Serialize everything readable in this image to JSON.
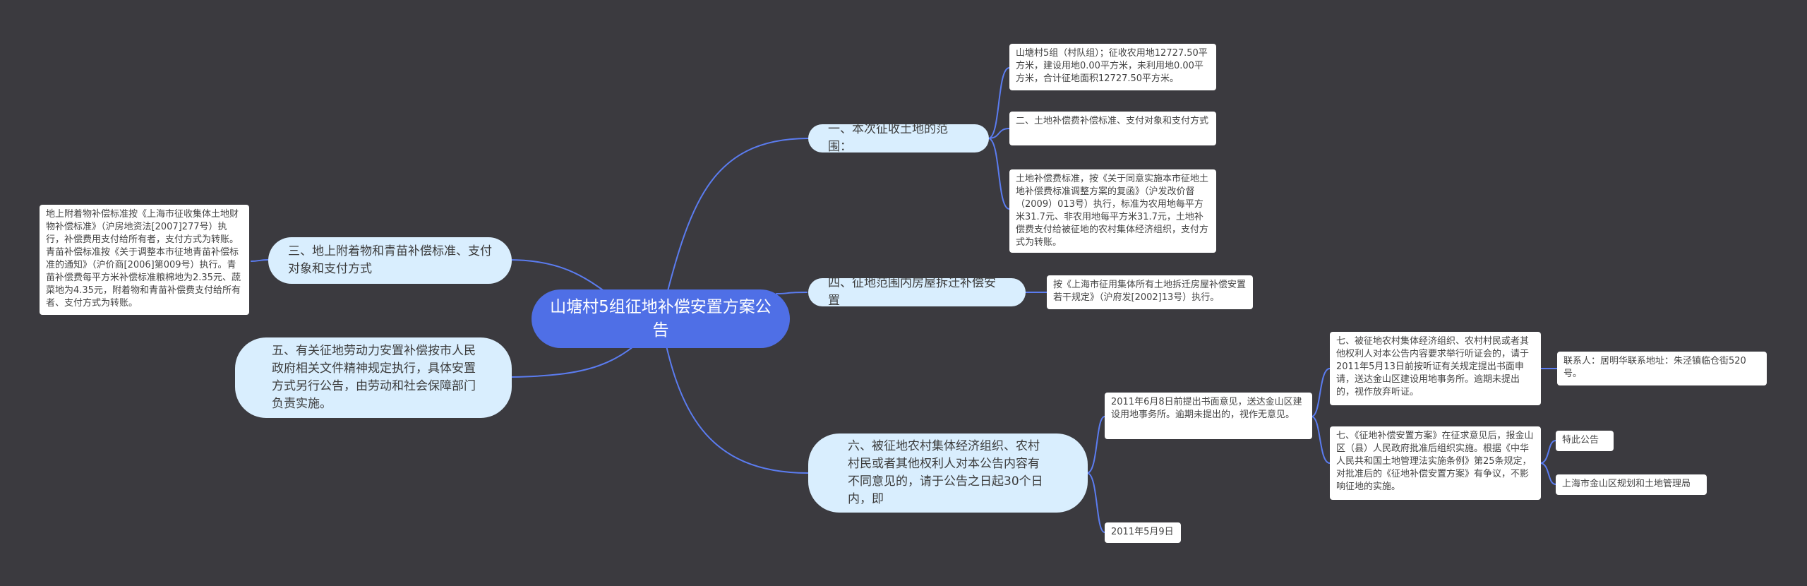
{
  "root": {
    "title": "山塘村5组征地补偿安置方案公告"
  },
  "branches": {
    "b1": {
      "label": "一、本次征收土地的范围：",
      "children": {
        "c1": "山塘村5组（村队组）；征收农用地12727.50平方米，建设用地0.00平方米，未利用地0.00平方米，合计征地面积12727.50平方米。",
        "c2": "二、土地补偿费补偿标准、支付对象和支付方式",
        "c3": "土地补偿费标准，按《关于同意实施本市征地土地补偿费标准调整方案的复函》（沪发改价督（2009）013号）执行，标准为农用地每平方米31.7元、非农用地每平方米31.7元，土地补偿费支付给被征地的农村集体经济组织，支付方式为转账。"
      }
    },
    "b3": {
      "label": "三、地上附着物和青苗补偿标准、支付对象和支付方式",
      "children": {
        "c1": "地上附着物补偿标准按《上海市征收集体土地财物补偿标准》（沪房地资法[2007]277号）执行，补偿费用支付给所有者，支付方式为转账。青苗补偿标准按《关于调整本市征地青苗补偿标准的通知》（沪价商[2006]第009号）执行。青苗补偿费每平方米补偿标准粮棉地为2.35元、蔬菜地为4.35元，附着物和青苗补偿费支付给所有者、支付方式为转账。"
      }
    },
    "b4": {
      "label": "四、征地范围内房屋拆迁补偿安置",
      "children": {
        "c1": "按《上海市征用集体所有土地拆迁房屋补偿安置若干规定》（沪府发[2002]13号）执行。"
      }
    },
    "b5": {
      "label": "五、有关征地劳动力安置补偿按市人民政府相关文件精神规定执行，具体安置方式另行公告，由劳动和社会保障部门负责实施。"
    },
    "b6": {
      "label": "六、被征地农村集体经济组织、农村村民或者其他权利人对本公告内容有不同意见的，请于公告之日起30个日内，即",
      "children": {
        "c1": {
          "label": "2011年6月8日前提出书面意见，送达金山区建设用地事务所。逾期未提出的，视作无意见。",
          "children": {
            "g1": {
              "label": "七、被征地农村集体经济组织、农村村民或者其他权利人对本公告内容要求举行听证会的，请于2011年5月13日前按听证有关规定提出书面申请，送达金山区建设用地事务所。逾期未提出的，视作放弃听证。",
              "children": {
                "k1": "联系人：居明华联系地址：朱泾镇临仓街520号。"
              }
            },
            "g2": {
              "label": "七、《征地补偿安置方案》在征求意见后，报金山区（县）人民政府批准后组织实施。根据《中华人民共和国土地管理法实施条例》第25条规定，对批准后的《征地补偿安置方案》有争议，不影响征地的实施。",
              "children": {
                "k1": "特此公告",
                "k2": "上海市金山区规划和土地管理局"
              }
            }
          }
        },
        "c2": "2011年5月9日"
      }
    }
  },
  "colors": {
    "background": "#3b3a3f",
    "root": "#4f6fe6",
    "branch": "#d9eefe",
    "leaf": "#ffffff",
    "link": "#5b7cf0"
  }
}
